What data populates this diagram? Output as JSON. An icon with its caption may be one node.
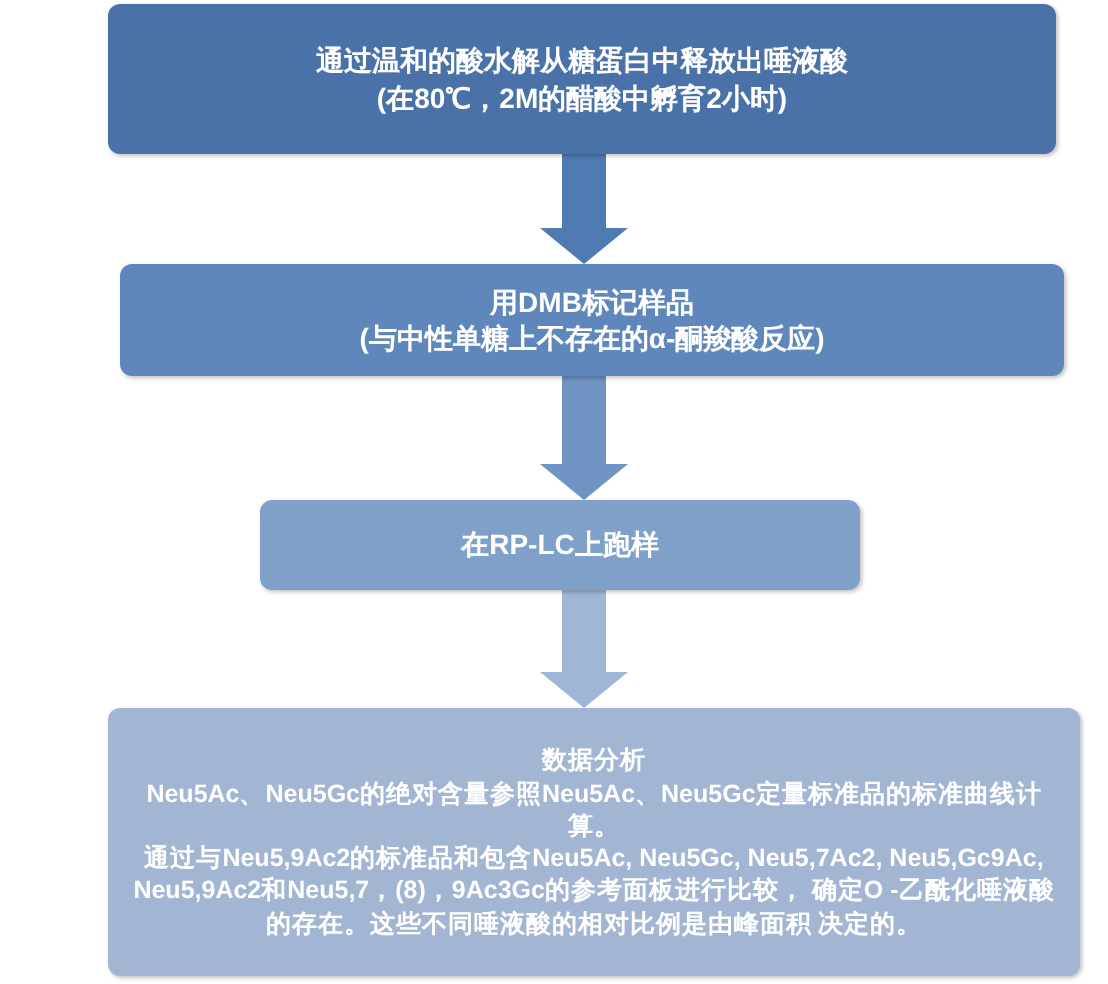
{
  "diagram": {
    "nodes": [
      {
        "text": [
          "通过温和的酸水解从糖蛋白中释放出唾液酸",
          "(在80℃，2M的醋酸中孵育2小时)"
        ]
      },
      {
        "text": [
          "用DMB标记样品",
          "(与中性单糖上不存在的α-酮羧酸反应)"
        ]
      },
      {
        "text": [
          "在RP-LC上跑样"
        ]
      },
      {
        "text": [
          "数据分析",
          "Neu5Ac、Neu5Gc的绝对含量参照Neu5Ac、Neu5Gc定量标准品的标准曲线计算。",
          "通过与Neu5,9Ac2的标准品和包含Neu5Ac, Neu5Gc, Neu5,7Ac2, Neu5,Gc9Ac, Neu5,9Ac2和Neu5,7，(8)，9Ac3Gc的参考面板进行比较， 确定O -乙酰化唾液酸的存在。这些不同唾液酸的相对比例是由峰面积 决定的。"
        ]
      }
    ],
    "edges": [
      {
        "from": 0,
        "to": 1,
        "arrow": "to",
        "color": "#4f7ab2"
      },
      {
        "from": 1,
        "to": 2,
        "arrow": "to",
        "color": "#6f93c2"
      },
      {
        "from": 2,
        "to": 3,
        "arrow": "to",
        "color": "#9fb6d6"
      }
    ]
  }
}
